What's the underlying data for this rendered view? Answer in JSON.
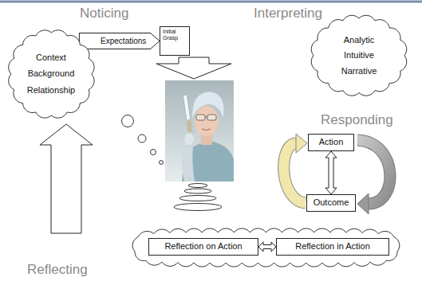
{
  "diagram": {
    "nodes": [
      {
        "text": [
          "Context",
          "Background",
          "Relationship"
        ]
      },
      {
        "text": [
          "Initial Grasp"
        ]
      },
      {
        "text": [
          "Analytic",
          "Intuitive",
          "Narrative"
        ]
      },
      {
        "text": [
          "Action"
        ]
      },
      {
        "text": [
          "Outcome"
        ]
      },
      {
        "text": [
          "Reflection on Action"
        ]
      },
      {
        "text": [
          "Reflection in Action"
        ]
      }
    ],
    "edges": [
      {
        "from": 0,
        "to": 1,
        "label": "Expectations",
        "arrow": "to"
      },
      {
        "from": 3,
        "to": 4,
        "arrow": "both"
      },
      {
        "from": 5,
        "to": 6,
        "arrow": "both"
      }
    ],
    "labels": [
      "Noticing",
      "Interpreting",
      "Responding",
      "Reflecting"
    ]
  }
}
